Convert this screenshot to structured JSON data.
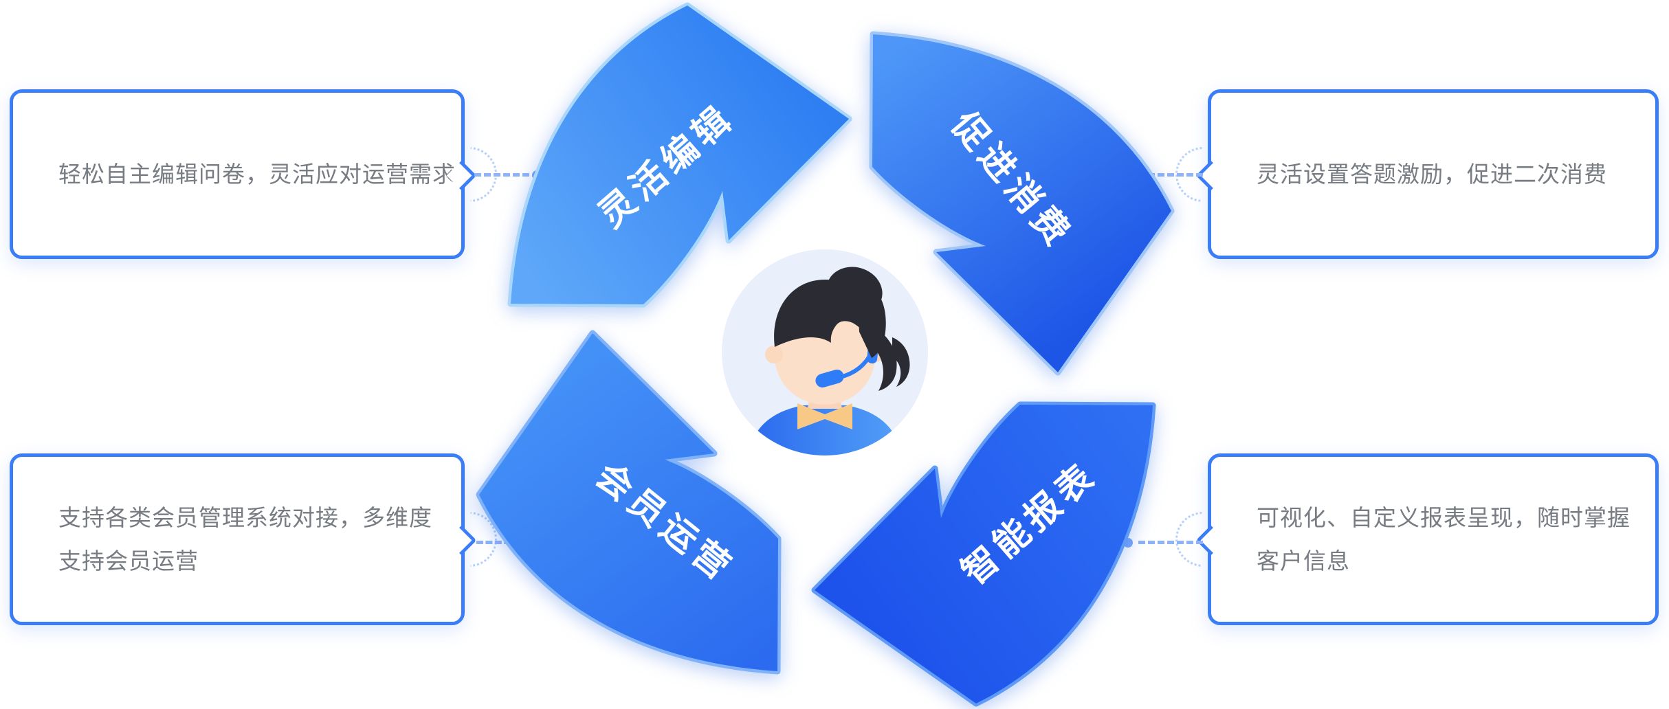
{
  "diagram": {
    "title_hint": "customer-survey service cycle diagram",
    "cycle": {
      "direction": "clockwise",
      "arrows": [
        {
          "id": "flexible-edit",
          "label": "灵活编辑",
          "position": "top-left"
        },
        {
          "id": "promote-consume",
          "label": "促进消费",
          "position": "top-right"
        },
        {
          "id": "smart-report",
          "label": "智能报表",
          "position": "bottom-right"
        },
        {
          "id": "member-operation",
          "label": "会员运营",
          "position": "bottom-left"
        }
      ],
      "center_icon": "customer-service-agent-avatar"
    },
    "callouts": [
      {
        "id": "top-left",
        "caret_side": "right",
        "lines": [
          "轻松自主编辑问卷，灵活应对运营需求"
        ]
      },
      {
        "id": "top-right",
        "caret_side": "left",
        "lines": [
          "灵活设置答题激励，促进二次消费"
        ]
      },
      {
        "id": "bottom-left",
        "caret_side": "right",
        "lines": [
          "支持各类会员管理系统对接，多维度",
          "支持会员运营"
        ]
      },
      {
        "id": "bottom-right",
        "caret_side": "left",
        "lines": [
          "可视化、自定义报表呈现，随时掌握",
          "客户信息"
        ]
      }
    ],
    "colors": {
      "card_border": "#3b7cf7",
      "card_text": "#777b82",
      "connector": "#8fb3f9",
      "arrow_top_left": [
        "#5fa8f9",
        "#2f7ff3"
      ],
      "arrow_top_right": [
        "#4e97f8",
        "#1d55e6"
      ],
      "arrow_bottom_right": [
        "#2e6ff3",
        "#1d52eb"
      ],
      "arrow_bottom_left": [
        "#2c6bef",
        "#4390f7"
      ],
      "arrow_label_text": "#ffffff",
      "avatar_bg": "#e9effb",
      "avatar_hair": "#2b2b33",
      "avatar_skin": "#fcdfc8",
      "avatar_shirt": [
        "#2a69ee",
        "#53a0f8"
      ],
      "avatar_bow": "#f7c886",
      "avatar_headset": "#2f7df6"
    }
  }
}
